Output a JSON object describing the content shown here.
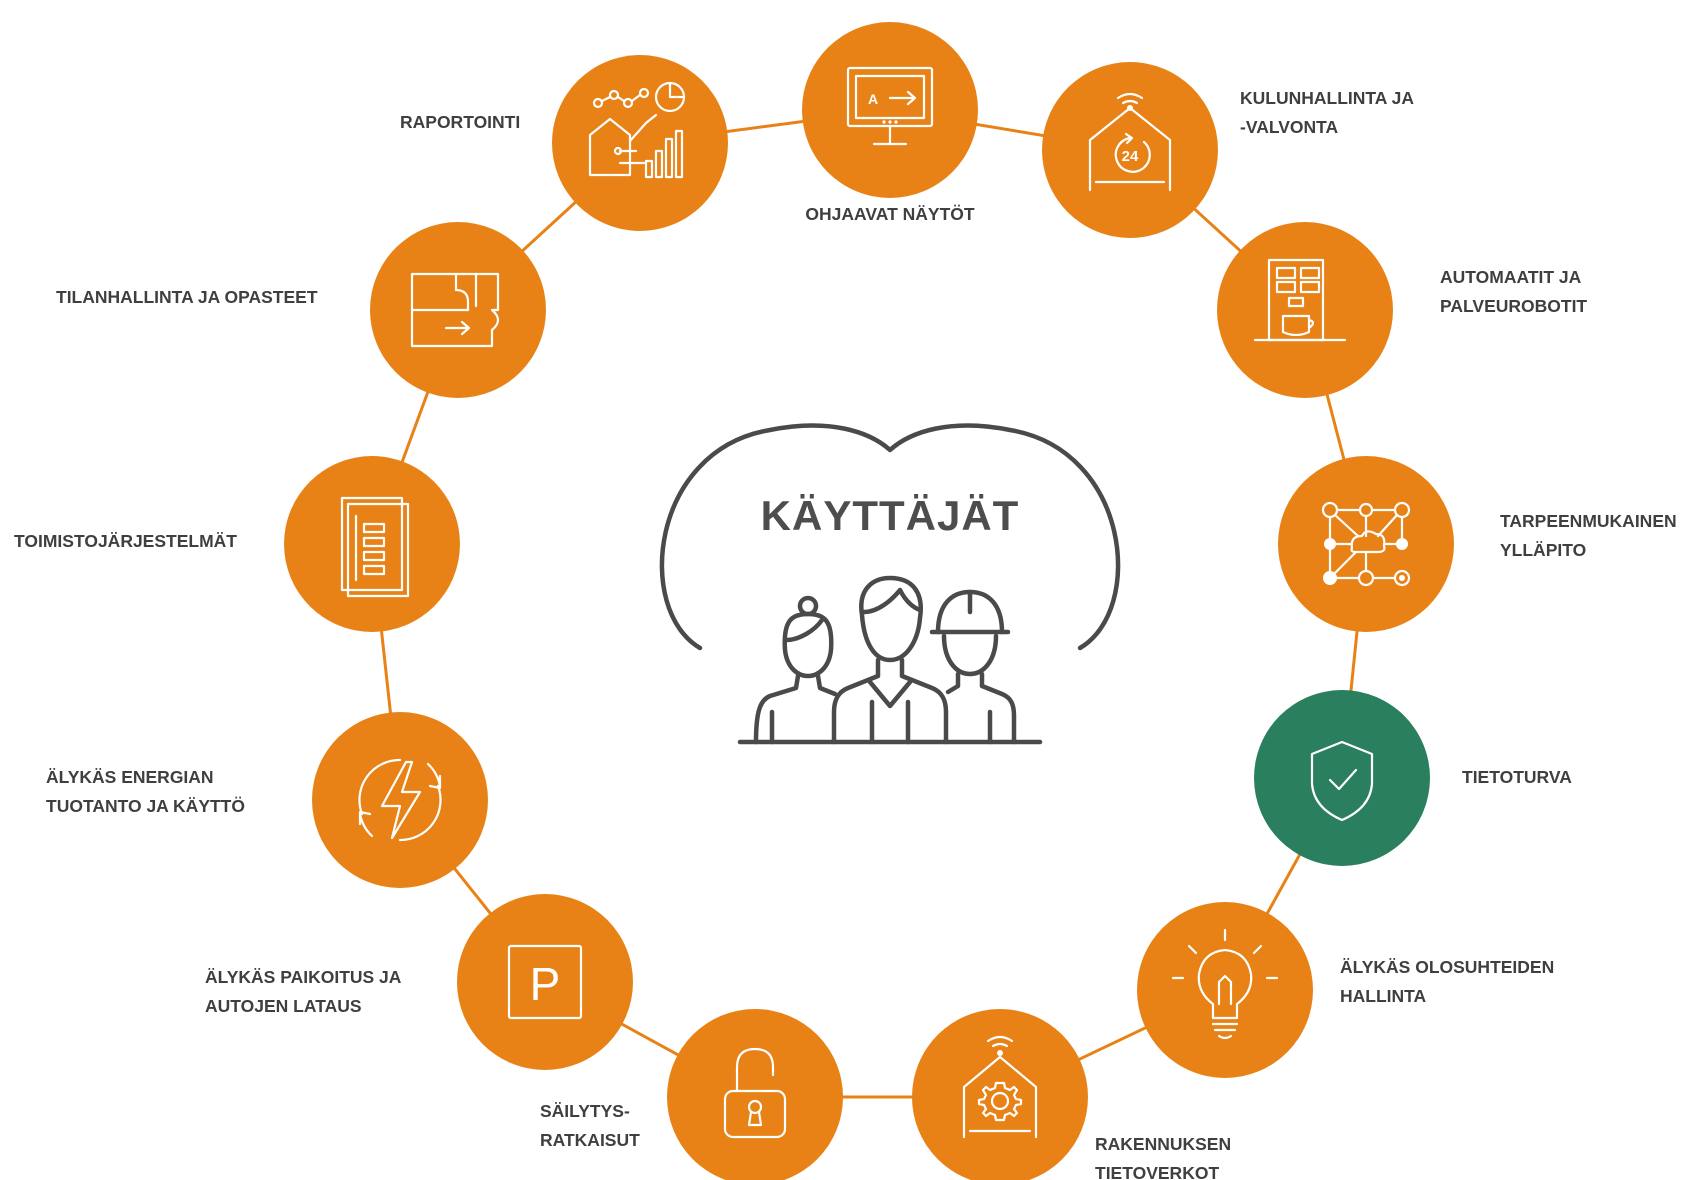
{
  "colors": {
    "orange": "#e88216",
    "green": "#2a7f5f",
    "ring": "#e88216",
    "text": "#3f3f3f"
  },
  "center": {
    "title": "KÄYTTÄJÄT",
    "icon": "users-group-icon"
  },
  "nodes": [
    {
      "id": "ohjaavat",
      "icon": "monitor-arrow-icon",
      "label": [
        "OHJAAVAT NÄYTÖT"
      ]
    },
    {
      "id": "kulunhallinta",
      "icon": "access-24h-icon",
      "label": [
        "KULUNHALLINTA JA",
        "-VALVONTA"
      ]
    },
    {
      "id": "automaatit",
      "icon": "coffee-machine-icon",
      "label": [
        "AUTOMAATIT JA",
        "PALVEUROBOTIT"
      ]
    },
    {
      "id": "yllapito",
      "icon": "network-cloud-icon",
      "label": [
        "TARPEENMUKAINEN",
        "YLLÄPITO"
      ]
    },
    {
      "id": "tietoturva",
      "icon": "shield-check-icon",
      "label": [
        "TIETOTURVA"
      ],
      "highlight": true
    },
    {
      "id": "olosuhteet",
      "icon": "lightbulb-icon",
      "label": [
        "ÄLYKÄS OLOSUHTEIDEN",
        "HALLINTA"
      ]
    },
    {
      "id": "tietoverkot",
      "icon": "house-gear-icon",
      "label": [
        "RAKENNUKSEN",
        "TIETOVERKOT"
      ]
    },
    {
      "id": "sailytys",
      "icon": "padlock-icon",
      "label": [
        "SÄILYTYS-",
        "RATKAISUT"
      ]
    },
    {
      "id": "paikoitus",
      "icon": "parking-icon",
      "label": [
        "ÄLYKÄS PAIKOITUS JA",
        "AUTOJEN LATAUS"
      ]
    },
    {
      "id": "energia",
      "icon": "energy-cycle-icon",
      "label": [
        "ÄLYKÄS ENERGIAN",
        "TUOTANTO JA KÄYTTÖ"
      ]
    },
    {
      "id": "toimisto",
      "icon": "office-document-icon",
      "label": [
        "TOIMISTOJÄRJESTELMÄT"
      ]
    },
    {
      "id": "tilanhallinta",
      "icon": "floorplan-arrow-icon",
      "label": [
        "TILANHALLINTA JA OPASTEET"
      ]
    },
    {
      "id": "raportointi",
      "icon": "report-chart-icon",
      "label": [
        "RAPORTOINTI"
      ]
    }
  ]
}
